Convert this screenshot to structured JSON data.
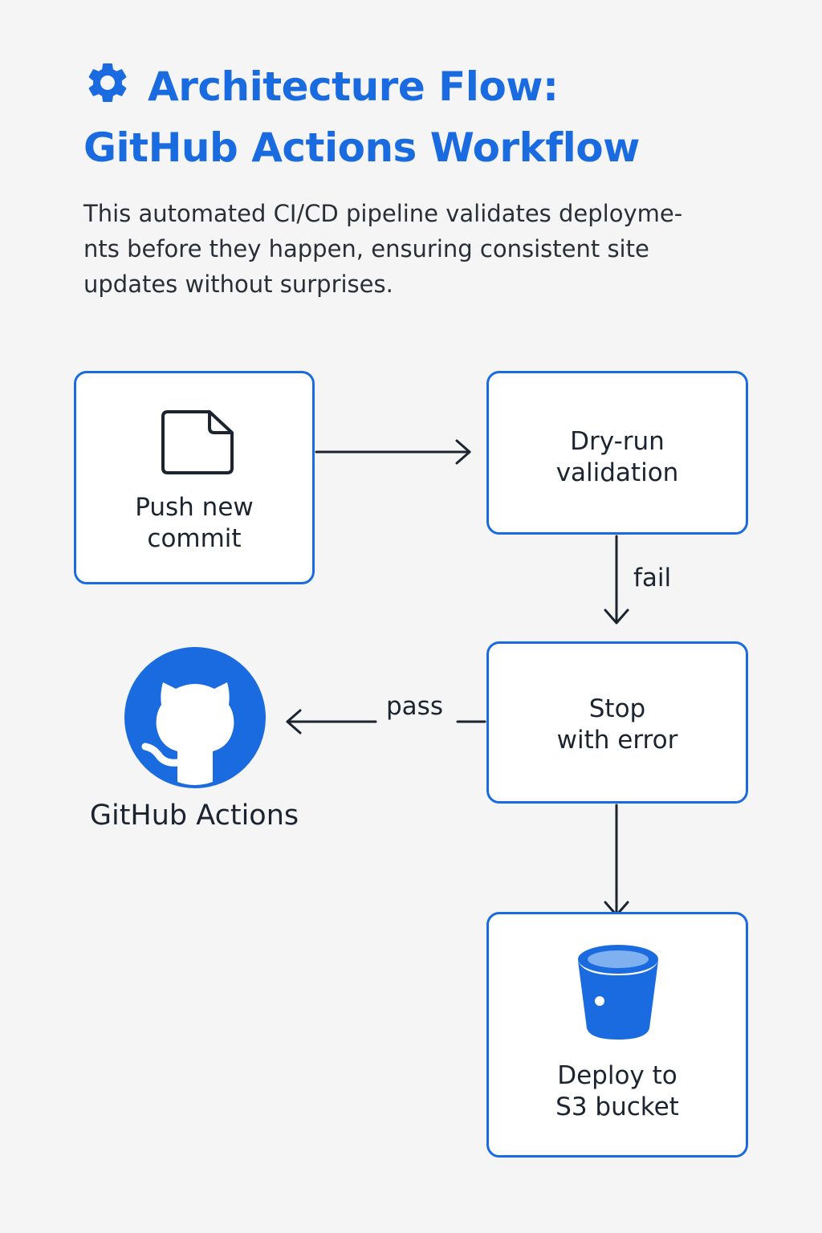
{
  "title": {
    "line1": "Architecture Flow:",
    "line2": "GitHub Actions Workflow",
    "icon": "gear-icon"
  },
  "description": {
    "line1": "This automated CI/CD pipeline validates deployme-",
    "line2": "nts before they happen, ensuring consistent site",
    "line3": "updates without surprises."
  },
  "nodes": {
    "push": {
      "line1": "Push new",
      "line2": "commit",
      "icon": "document-icon"
    },
    "dry_run": {
      "line1": "Dry-run",
      "line2": "validation"
    },
    "stop": {
      "line1": "Stop",
      "line2": "with error"
    },
    "deploy": {
      "line1": "Deploy to",
      "line2": "S3 bucket",
      "icon": "bucket-icon"
    }
  },
  "edges": {
    "fail": "fail",
    "pass": "pass"
  },
  "github": {
    "label": "GitHub Actions",
    "icon": "github-octocat-icon"
  },
  "colors": {
    "accent": "#1a6be0",
    "background": "#f5f5f5",
    "text": "#1c2430"
  }
}
